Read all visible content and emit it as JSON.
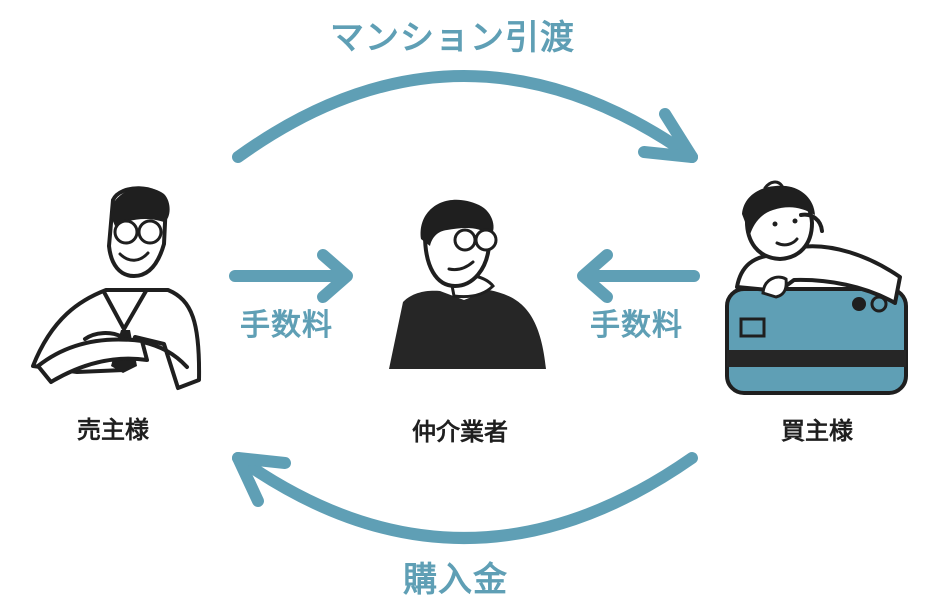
{
  "flows": {
    "top": "マンション引渡",
    "bottom": "購入金",
    "fee_left": "手数料",
    "fee_right": "手数料"
  },
  "parties": {
    "seller": "売主様",
    "agent": "仲介業者",
    "buyer": "買主様"
  },
  "colors": {
    "accent": "#5f9fb5",
    "ink": "#1f1f1f",
    "background": "#ffffff"
  }
}
